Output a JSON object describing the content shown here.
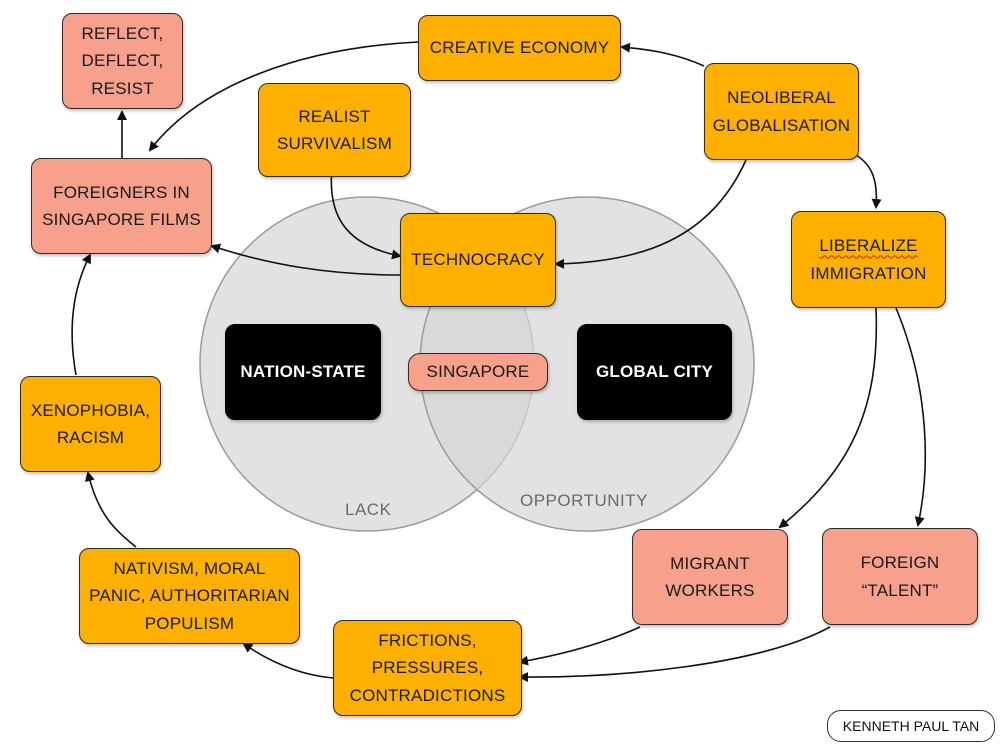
{
  "diagram": {
    "circles": {
      "left_label": "LACK",
      "right_label": "OPPORTUNITY"
    },
    "nodes": {
      "reflect": "REFLECT,\nDEFLECT,\nRESIST",
      "creative_economy": "CREATIVE ECONOMY",
      "neoliberal": "NEOLIBERAL\nGLOBALISATION",
      "realist": "REALIST\nSURVIVALISM",
      "foreigners_films": "FOREIGNERS IN\nSINGAPORE FILMS",
      "technocracy": "TECHNOCRACY",
      "liberalize": "LIBERALIZE\nIMMIGRATION",
      "nation_state": "NATION-STATE",
      "singapore": "SINGAPORE",
      "global_city": "GLOBAL CITY",
      "xenophobia": "XENOPHOBIA,\nRACISM",
      "nativism": "NATIVISM, MORAL\nPANIC, AUTHORITARIAN\nPOPULISM",
      "migrant": "MIGRANT\nWORKERS",
      "foreign_talent": "FOREIGN\n“TALENT”",
      "frictions": "FRICTIONS,\nPRESSURES,\nCONTRADICTIONS"
    },
    "credit": "KENNETH PAUL TAN"
  },
  "colors": {
    "orange": "#FDB000",
    "salmon": "#F7A08C",
    "black": "#000000",
    "circle_fill": "#d8d8d8"
  }
}
